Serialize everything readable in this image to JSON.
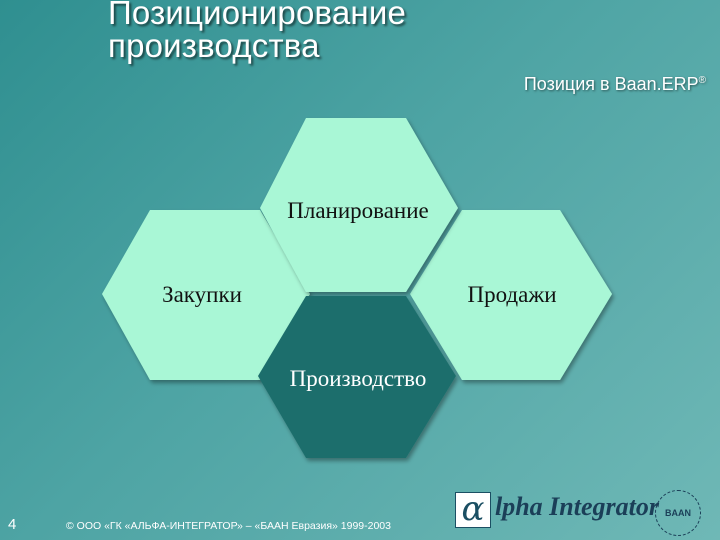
{
  "title": {
    "line1": "Позиционирование",
    "line2": "производства"
  },
  "subtitle": {
    "text": "Позиция в Baan.ERP",
    "sup": "®"
  },
  "diagram": {
    "nodes": [
      {
        "label": "Планирование",
        "state": "light"
      },
      {
        "label": "Закупки",
        "state": "light"
      },
      {
        "label": "Продажи",
        "state": "light"
      },
      {
        "label": "Производство",
        "state": "highlighted"
      }
    ],
    "colors": {
      "light_fill": "#a9f7d6",
      "dark_fill": "#1e6e6c",
      "background": "#4ea4a4"
    }
  },
  "footer": {
    "slide_number": "4",
    "copyright": "© ООО «ГК «АЛЬФА-ИНТЕГРАТОР» – «БААН Евразия» 1999-2003"
  },
  "logo": {
    "alpha": "α",
    "text": "lpha Integrator",
    "seal": "BAAN"
  }
}
